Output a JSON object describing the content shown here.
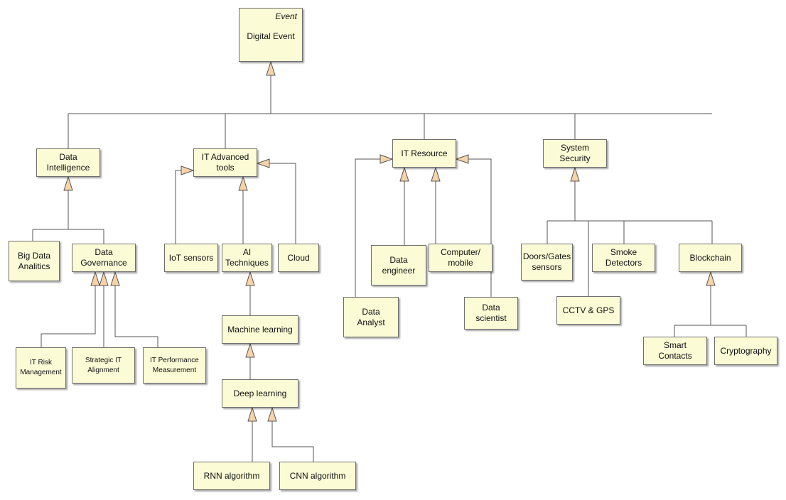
{
  "colors": {
    "node_fill": "#fbfbd6",
    "node_border": "#6f6f6f",
    "line": "#555555",
    "arrow_fill": "#f6d3a8"
  },
  "root": {
    "stereotype": "Event",
    "label": "Digital Event"
  },
  "nodes": {
    "data_intelligence": "Data\nIntelligence",
    "it_advanced_tools": "IT Advanced\ntools",
    "it_resource": "IT Resource",
    "system_security": "System\nSecurity",
    "big_data_analitics": "Big Data\nAnalitics",
    "data_governance": "Data\nGovernance",
    "it_risk_management": "IT Risk\nManagement",
    "strategic_it_alignment": "Strategic IT\nAlignment",
    "it_performance_measurement": "IT Performance\nMeasurement",
    "iot_sensors": "IoT sensors",
    "ai_techniques": "AI\nTechniques",
    "cloud": "Cloud",
    "machine_learning": "Machine learning",
    "deep_learning": "Deep learning",
    "rnn_algorithm": "RNN algorithm",
    "cnn_algorithm": "CNN algorithm",
    "data_analyst": "Data\nAnalyst",
    "data_engineer": "Data\nengineer",
    "computer_mobile": "Computer/\nmobile",
    "data_scientist": "Data\nscientist",
    "doors_gates_sensors": "Doors/Gates\nsensors",
    "cctv_gps": "CCTV & GPS",
    "smoke_detectors": "Smoke\nDetectors",
    "blockchain": "Blockchain",
    "smart_contacts": "Smart\nContacts",
    "cryptography": "Cryptography"
  }
}
